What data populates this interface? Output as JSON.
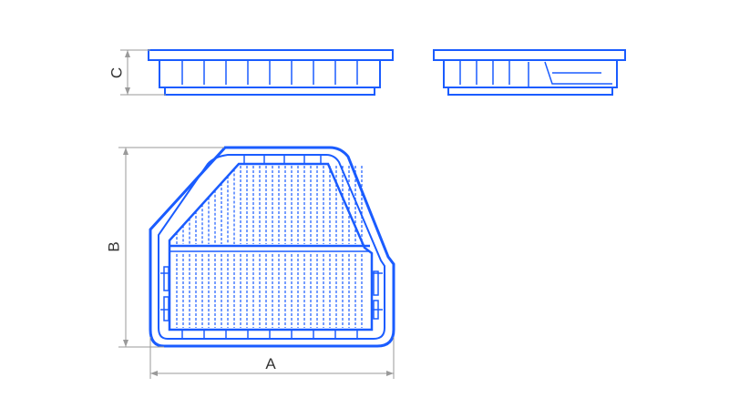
{
  "diagram": {
    "labels": {
      "a": "A",
      "b": "B",
      "c": "C"
    },
    "colors": {
      "outline": "#1a5cff",
      "dimension": "#9a9a9a",
      "text": "#333333",
      "background": "#ffffff"
    },
    "views": [
      "side-view-front",
      "side-view-end",
      "top-view"
    ]
  }
}
